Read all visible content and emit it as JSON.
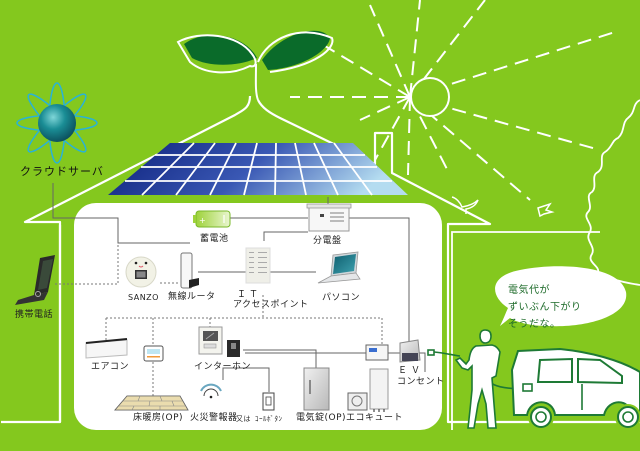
{
  "diagram": {
    "title": "Smart house energy network",
    "colors": {
      "background": "#84c81e",
      "outline": "#ffffff",
      "leaf": "#0a6b2a",
      "solar_dark": "#0b1f7a",
      "solar_light": "#a9d4ee",
      "wire": "#666666",
      "ev_line": "#1e7a35",
      "bubble_text": "#1e6b2a"
    },
    "external": {
      "cloud_server": "クラウドサーバ",
      "mobile_phone": "携帯電話"
    },
    "devices": {
      "storage_battery": "蓄電池",
      "distribution_board": "分電盤",
      "sanzo": "SANZO",
      "wireless_router": "無線ルータ",
      "it_access_point_line1": "ＩＴ",
      "it_access_point_line2": "アクセスポイント",
      "pc": "パソコン",
      "air_conditioner": "エアコン",
      "floor_heating": "床暖房(OP)",
      "intercom": "インターホン",
      "fire_alarm": "火災警報器",
      "or_text": "又は",
      "call_button": "ｺｰﾙﾎﾞﾀﾝ",
      "electric_lock": "電気錠(OP)",
      "ecocute": "エコキュート",
      "ev_outlet_line1": "ＥＶ",
      "ev_outlet_line2": "コンセント"
    },
    "speech_bubble": {
      "lines": [
        "電気代が",
        "ずいぶん下がり",
        "そうだな。"
      ]
    }
  }
}
